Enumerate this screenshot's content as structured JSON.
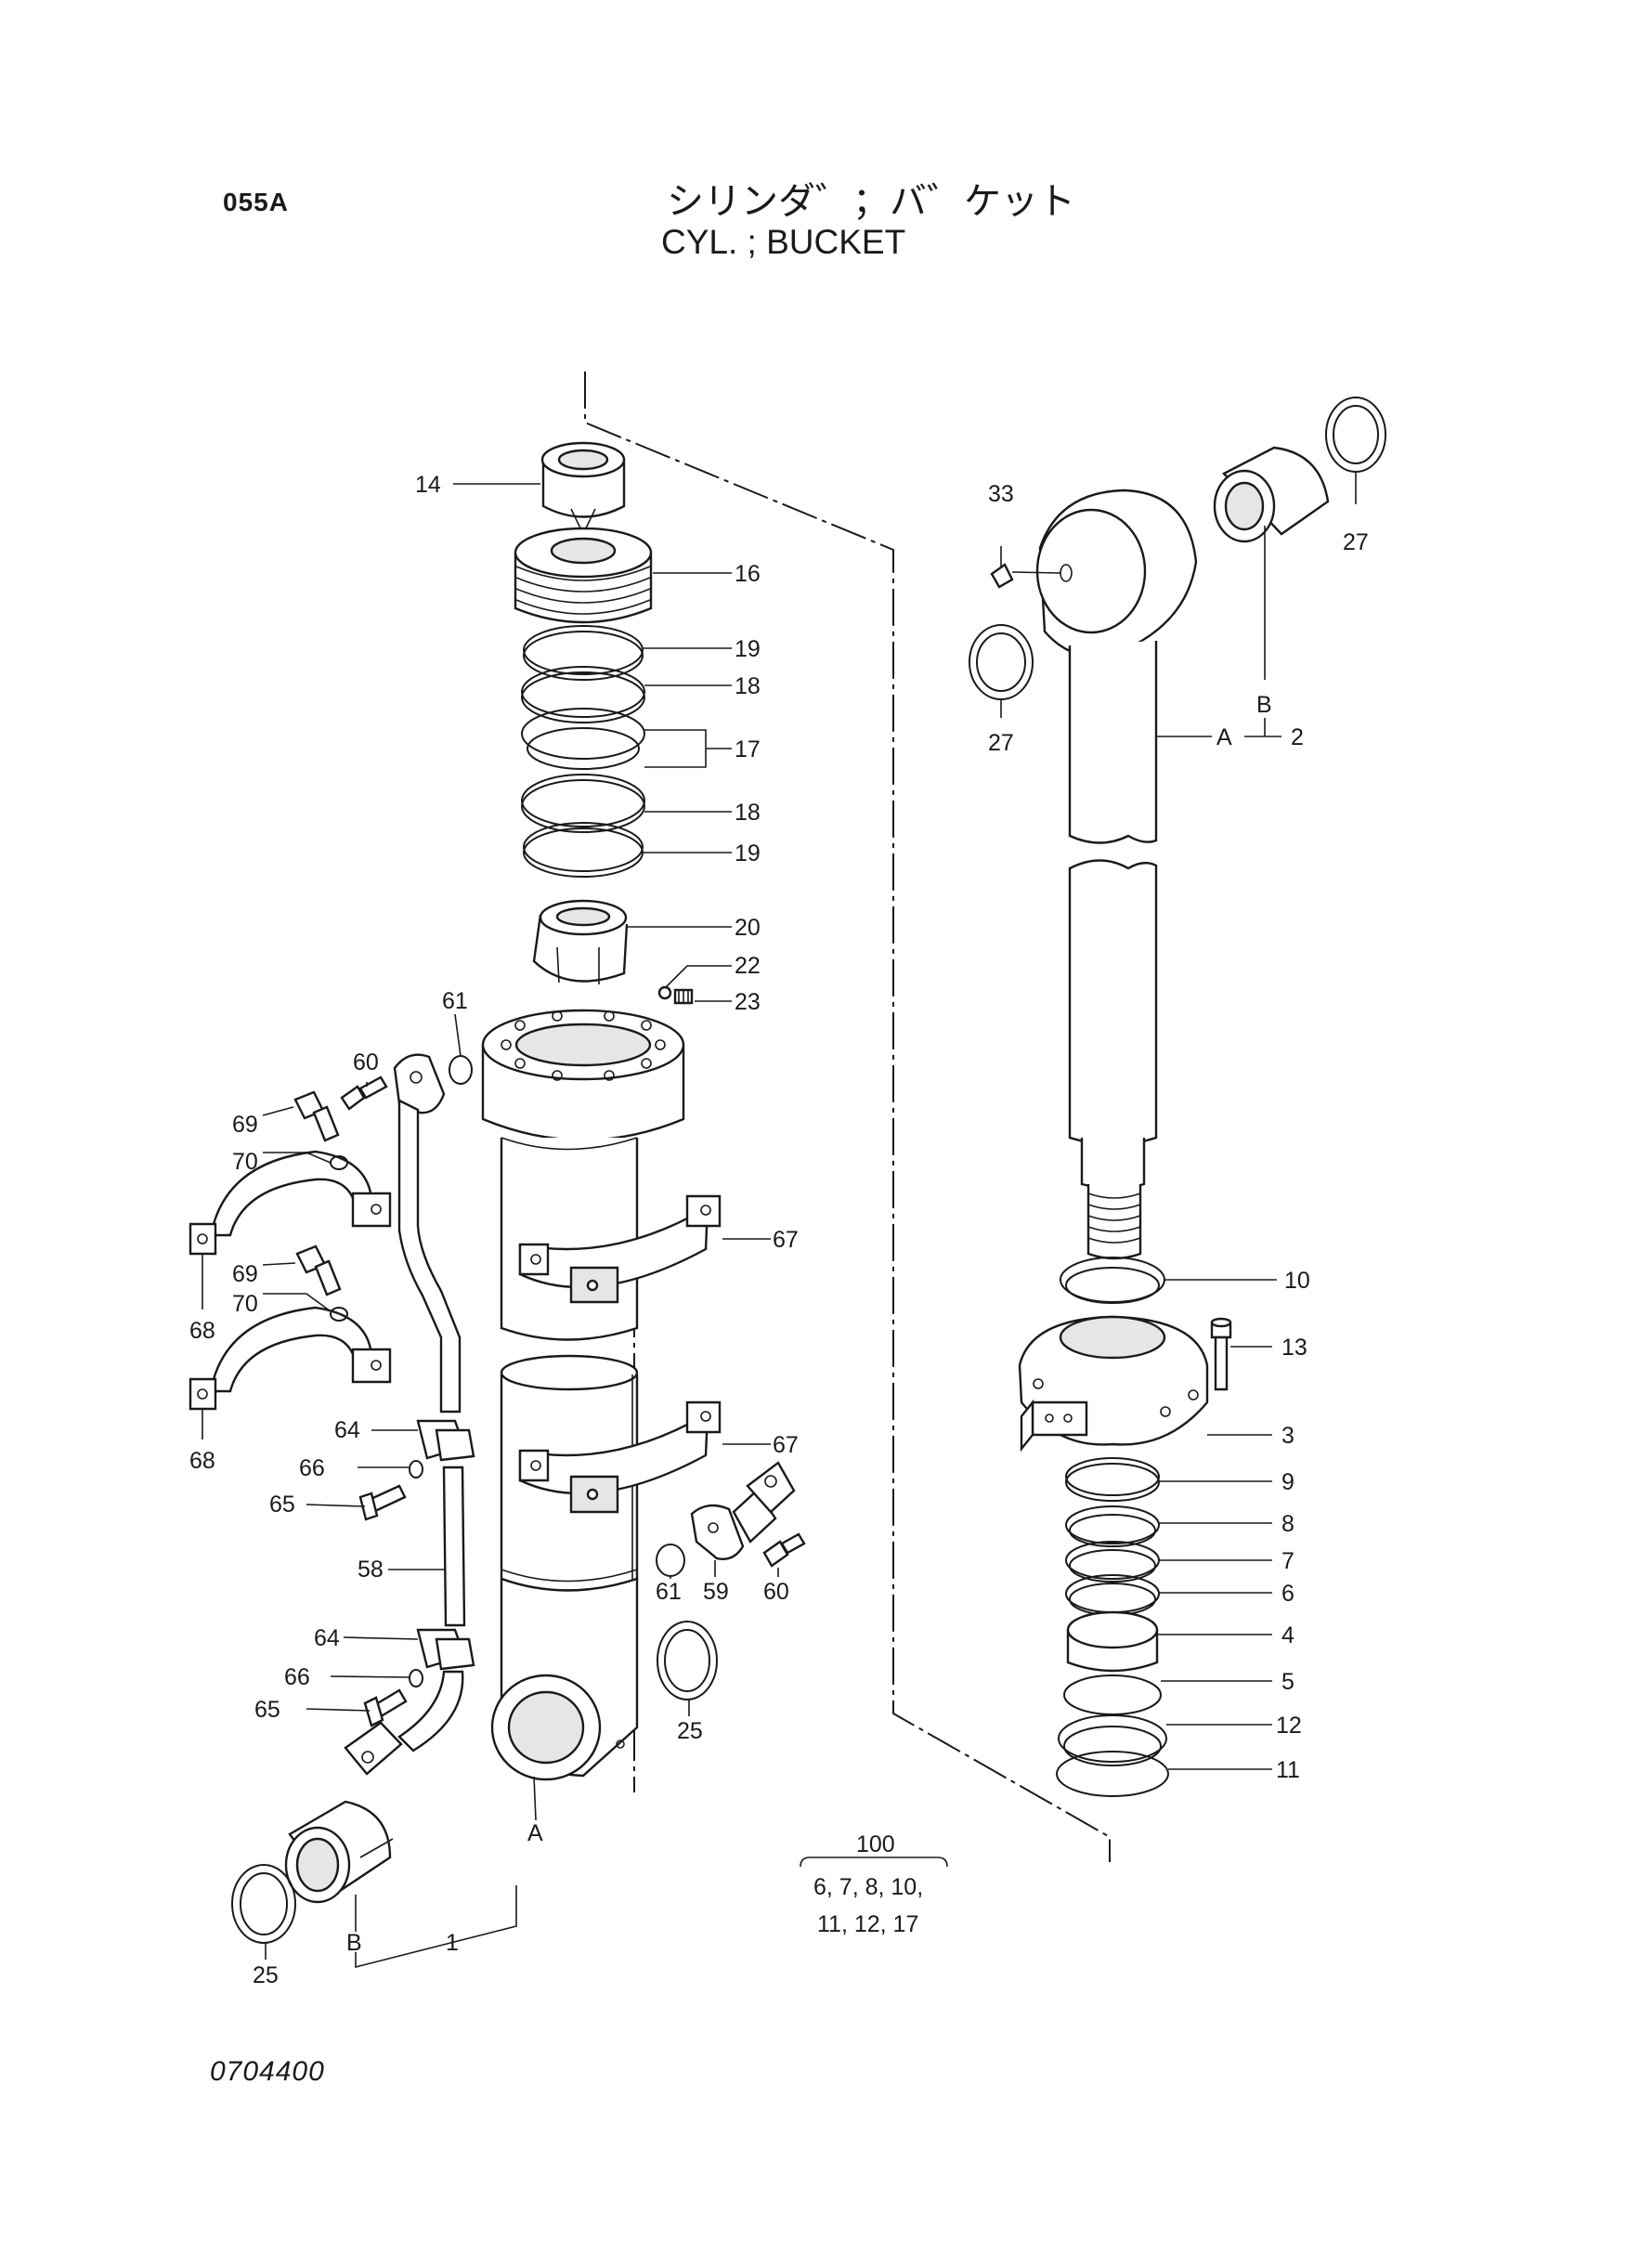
{
  "header": {
    "page_code": "055A",
    "title_jp": "シリンダ゛；バ゛ケット",
    "title_en": "CYL. ; BUCKET"
  },
  "footer": {
    "drawing_number": "0704400"
  },
  "kit": {
    "number": "100",
    "contents_line1": "6, 7, 8, 10,",
    "contents_line2": "11, 12, 17"
  },
  "callouts": {
    "p14": "14",
    "p16": "16",
    "p19a": "19",
    "p18a": "18",
    "p17": "17",
    "p18b": "18",
    "p19b": "19",
    "p20": "20",
    "p22": "22",
    "p23": "23",
    "p61a": "61",
    "p60a": "60",
    "p69a": "69",
    "p70a": "70",
    "p68a": "68",
    "p69b": "69",
    "p70b": "70",
    "p68b": "68",
    "p67a": "67",
    "p67b": "67",
    "p64a": "64",
    "p66a": "66",
    "p65a": "65",
    "p58": "58",
    "p64b": "64",
    "p66b": "66",
    "p65b": "65",
    "p61b": "61",
    "p59": "59",
    "p60b": "60",
    "p25a": "25",
    "p25b": "25",
    "pA1": "A",
    "pB1": "B",
    "p1": "1",
    "p33": "33",
    "p27a": "27",
    "p27b": "27",
    "pB2": "B",
    "pA2": "A",
    "p2": "2",
    "p10": "10",
    "p13": "13",
    "p3": "3",
    "p9": "9",
    "p8": "8",
    "p7": "7",
    "p6": "6",
    "p4": "4",
    "p5": "5",
    "p12": "12",
    "p11": "11"
  }
}
